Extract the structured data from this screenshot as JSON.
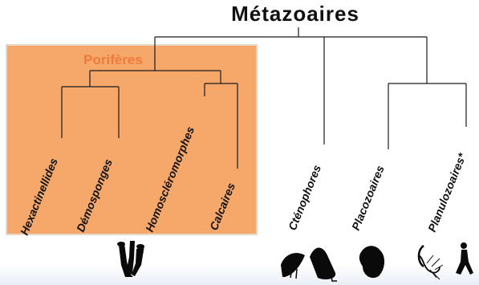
{
  "title": "Métazoaires",
  "group_label": "Porifères",
  "taxa": [
    "Hexactinellides",
    "Démosponges",
    "Homoscléromorphes",
    "Calcaires",
    "Cténophores",
    "Placozoaires",
    "Planulozoaires*"
  ],
  "colors": {
    "porifera_box": "#f6a86a",
    "porifera_label": "#f07a3c",
    "lines": "#1b1b1b"
  },
  "icons": [
    "sponge-icon",
    "ctenophore-icon",
    "placozoan-icon",
    "cnidarian-icon",
    "human-icon"
  ]
}
